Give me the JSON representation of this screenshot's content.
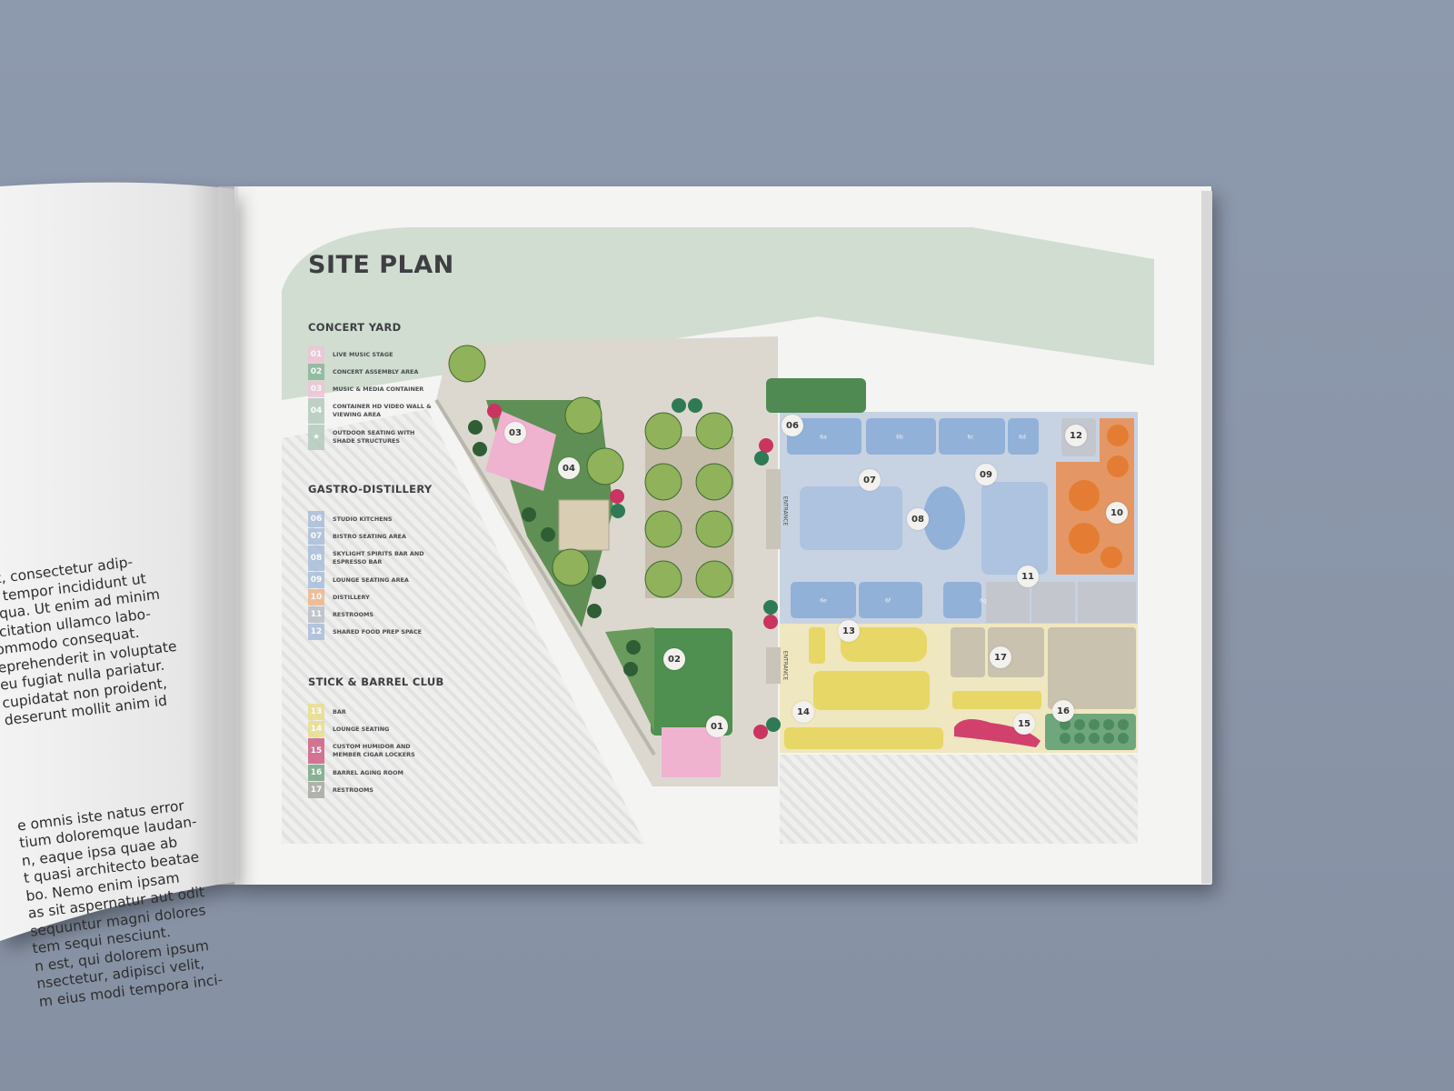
{
  "left_page": {
    "paragraph_1": [
      "et, consectetur adip-",
      "d tempor incididunt ut",
      "liqua. Ut enim ad minim",
      "rcitation ullamco labo-",
      "ommodo consequat.",
      "eprehenderit in voluptate",
      "eu fugiat nulla pariatur.",
      "cupidatat non proident,",
      "deserunt mollit anim id"
    ],
    "paragraph_2": [
      "e omnis iste natus error",
      "tium doloremque laudan-",
      "n, eaque ipsa quae ab",
      "t quasi architecto beatae",
      "bo. Nemo enim ipsam",
      "as sit aspernatur aut odit",
      "sequuntur magni dolores",
      "tem sequi nesciunt.",
      "n est, qui dolorem ipsum",
      "nsectetur, adipisci velit,",
      "m eius modi tempora inci-"
    ]
  },
  "title": "SITE PLAN",
  "legend": [
    {
      "heading": "CONCERT YARD",
      "items": [
        {
          "num": "01",
          "label": "LIVE MUSIC STAGE",
          "color": "#efc5d8"
        },
        {
          "num": "02",
          "label": "CONCERT ASSEMBLY AREA",
          "color": "#8db59c"
        },
        {
          "num": "03",
          "label": "MUSIC & MEDIA CONTAINER",
          "color": "#efc5d8"
        },
        {
          "num": "04",
          "label": "CONTAINER HD VIDEO WALL & VIEWING AREA",
          "color": "#b3ccbc"
        },
        {
          "num": "★",
          "label": "OUTDOOR SEATING WITH SHADE STRUCTURES",
          "color": "#b3ccbc"
        }
      ]
    },
    {
      "heading": "GASTRO-DISTILLERY",
      "items": [
        {
          "num": "06",
          "label": "STUDIO KITCHENS",
          "color": "#a9bedb"
        },
        {
          "num": "07",
          "label": "BISTRO SEATING AREA",
          "color": "#a9bedb"
        },
        {
          "num": "08",
          "label": "SKYLIGHT SPIRITS BAR AND ESPRESSO BAR",
          "color": "#a9bedb"
        },
        {
          "num": "09",
          "label": "LOUNGE SEATING AREA",
          "color": "#a9bedb"
        },
        {
          "num": "10",
          "label": "DISTILLERY",
          "color": "#efb68a"
        },
        {
          "num": "11",
          "label": "RESTROOMS",
          "color": "#b9bfc7"
        },
        {
          "num": "12",
          "label": "SHARED FOOD PREP SPACE",
          "color": "#a9bedb"
        }
      ]
    },
    {
      "heading": "STICK & BARREL CLUB",
      "items": [
        {
          "num": "13",
          "label": "BAR",
          "color": "#e8df8c"
        },
        {
          "num": "14",
          "label": "LOUNGE SEATING",
          "color": "#e8df8c"
        },
        {
          "num": "15",
          "label": "CUSTOM HUMIDOR AND MEMBER CIGAR LOCKERS",
          "color": "#cf5f86"
        },
        {
          "num": "16",
          "label": "BARREL AGING ROOM",
          "color": "#78a988"
        },
        {
          "num": "17",
          "label": "RESTROOMS",
          "color": "#a9a9a2"
        }
      ]
    }
  ],
  "markers": [
    "01",
    "02",
    "03",
    "04",
    "06",
    "07",
    "08",
    "09",
    "10",
    "11",
    "12",
    "13",
    "14",
    "15",
    "16",
    "17"
  ],
  "zones": [
    "6a",
    "6b",
    "6c",
    "6d",
    "6e",
    "6f",
    "6g"
  ],
  "entrance_label": "ENTRANCE"
}
